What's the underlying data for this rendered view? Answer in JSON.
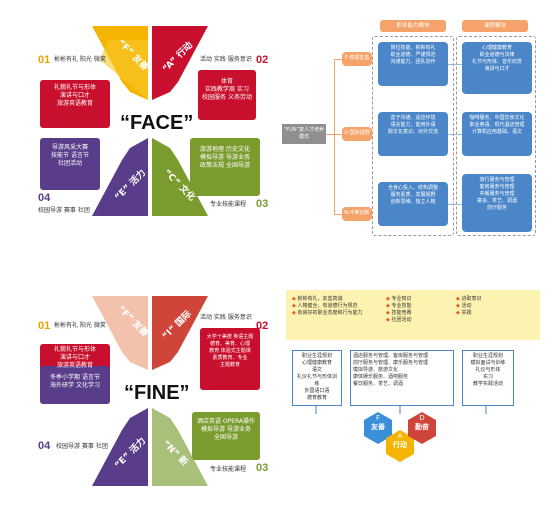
{
  "face": {
    "title": "“FACE”",
    "q1": {
      "num": "01",
      "header": "彬彬有礼 阳光 微笑",
      "box": [
        "礼貌礼节与形体",
        "演讲与口才",
        "旅游英语教育"
      ]
    },
    "q2": {
      "num": "02",
      "header": "活动 实践 服务意识",
      "box": [
        "体育",
        "实践教学周 实习",
        "校园服务 义务劳动"
      ]
    },
    "q3": {
      "num": "03",
      "header": "专业技能课程",
      "box": [
        "旅游地理 历史文化",
        "模拟导游 导游业务",
        "政策法规 全国导游"
      ]
    },
    "q4": {
      "num": "04",
      "header": "校园导游 赛事 社团",
      "box": [
        "导游风采大赛",
        "技能节 语言节",
        "社团活动"
      ]
    },
    "arrows": {
      "tl": "“F” 友善",
      "tr": "“A” 行动",
      "bl": "“E” 活力",
      "br": "“C” 文化"
    },
    "colors": {
      "tl": "#f5b400",
      "tr": "#c8102e",
      "bl": "#5a3d8a",
      "br": "#7a9b2e",
      "q1": "#c8102e",
      "q3": "#7a9b2e",
      "q4": "#5a3d8a"
    }
  },
  "fine": {
    "title": "“FINE”",
    "q1": {
      "num": "01",
      "header": "彬彬有礼 阳光 微笑",
      "box": [
        "礼貌礼节与形体",
        "演讲与口才",
        "旅游英语教育"
      ]
    },
    "q2": {
      "num": "02",
      "header": "活动 实践 服务意识",
      "box": [
        "大学十美德 英语主题",
        "德育、美育、心理",
        "教育 体验式主题课",
        "素质教育、专业",
        "主题教育"
      ]
    },
    "q3": {
      "num": "03",
      "header": "专业技能课程",
      "box": [
        "酒店英语 OPERA操作",
        "模拟导游 导游业务",
        "全国导游"
      ]
    },
    "q4": {
      "num": "04",
      "header": "校园导游 赛事 社团",
      "box": [
        "冬季小学期 语言节",
        "海外研学 文化学习"
      ]
    },
    "arrows": {
      "tl": "“F” 友善",
      "tr": "“I” 国际",
      "bl": "“E” 活力",
      "br": "“N” 新"
    },
    "colors": {
      "tl": "#f2c2ad",
      "tr": "#d0453a",
      "bl": "#5a3d8a",
      "br": "#a9c07a"
    }
  },
  "fun": {
    "center_label": "“FUN”复人才培养模式",
    "headers": [
      "职业能力模块",
      "课程模块"
    ],
    "rows": [
      {
        "label": "F-热情友善",
        "items": [
          "岗位技能、彬彬有礼",
          "职业道德、严谨规范",
          "沟通能力、团队协作"
        ],
        "courses": [
          "心理健康教育",
          "职业道德与法律",
          "礼节与形体、音乐欣赏",
          "演讲与口才"
        ]
      },
      {
        "label": "U-国际视野",
        "items": [
          "善于沟通、适应环境",
          "语言能力、能用外语",
          "跨文化意识、对外交流"
        ],
        "courses": [
          "咖啡服务、中国饮食文化",
          "职业英语、现代酒店管理",
          "计算机应用基础、语文"
        ]
      },
      {
        "label": "N-不断创新",
        "items": [
          "全身心投入、结构调整",
          "服务素质、发展视野",
          "创新思维、独立人格"
        ],
        "courses": [
          "旅行服务与管理",
          "客房服务与管理",
          "中餐服务与管理",
          "宴会、茶艺、调酒",
          "前厅服务"
        ]
      }
    ]
  },
  "fade": {
    "cols": [
      [
        "彬彬有礼，友善真诚",
        "人格健全，有道德行为规范",
        "有良好的职业态度和行为能力"
      ],
      [
        "专业知识",
        "专业技能",
        "技能竞赛",
        "社团活动"
      ],
      [
        "进取意识",
        "活动",
        "实践"
      ]
    ],
    "boxes": [
      [
        "职业生涯规划",
        "心理健康教育",
        "语文",
        "礼仪礼节与形体训练",
        "外国语口语",
        "德育教育"
      ],
      [
        "酒店服务与管理、客房服务与管理",
        "前厅服务与管理、康乐服务与管理",
        "模拟导游、旅游文化",
        "康体娱乐服务、酒吧服务",
        "餐饮服务、茶艺、调酒"
      ],
      [
        "职业生涯规划",
        "模拟面试与训练",
        "礼仪与形体",
        "实习",
        "教学实践活动"
      ]
    ],
    "hex": [
      {
        "letter": "F",
        "word": "友善"
      },
      {
        "letter": "A",
        "word": "行动"
      },
      {
        "letter": "D",
        "word": "勤奋"
      }
    ]
  }
}
